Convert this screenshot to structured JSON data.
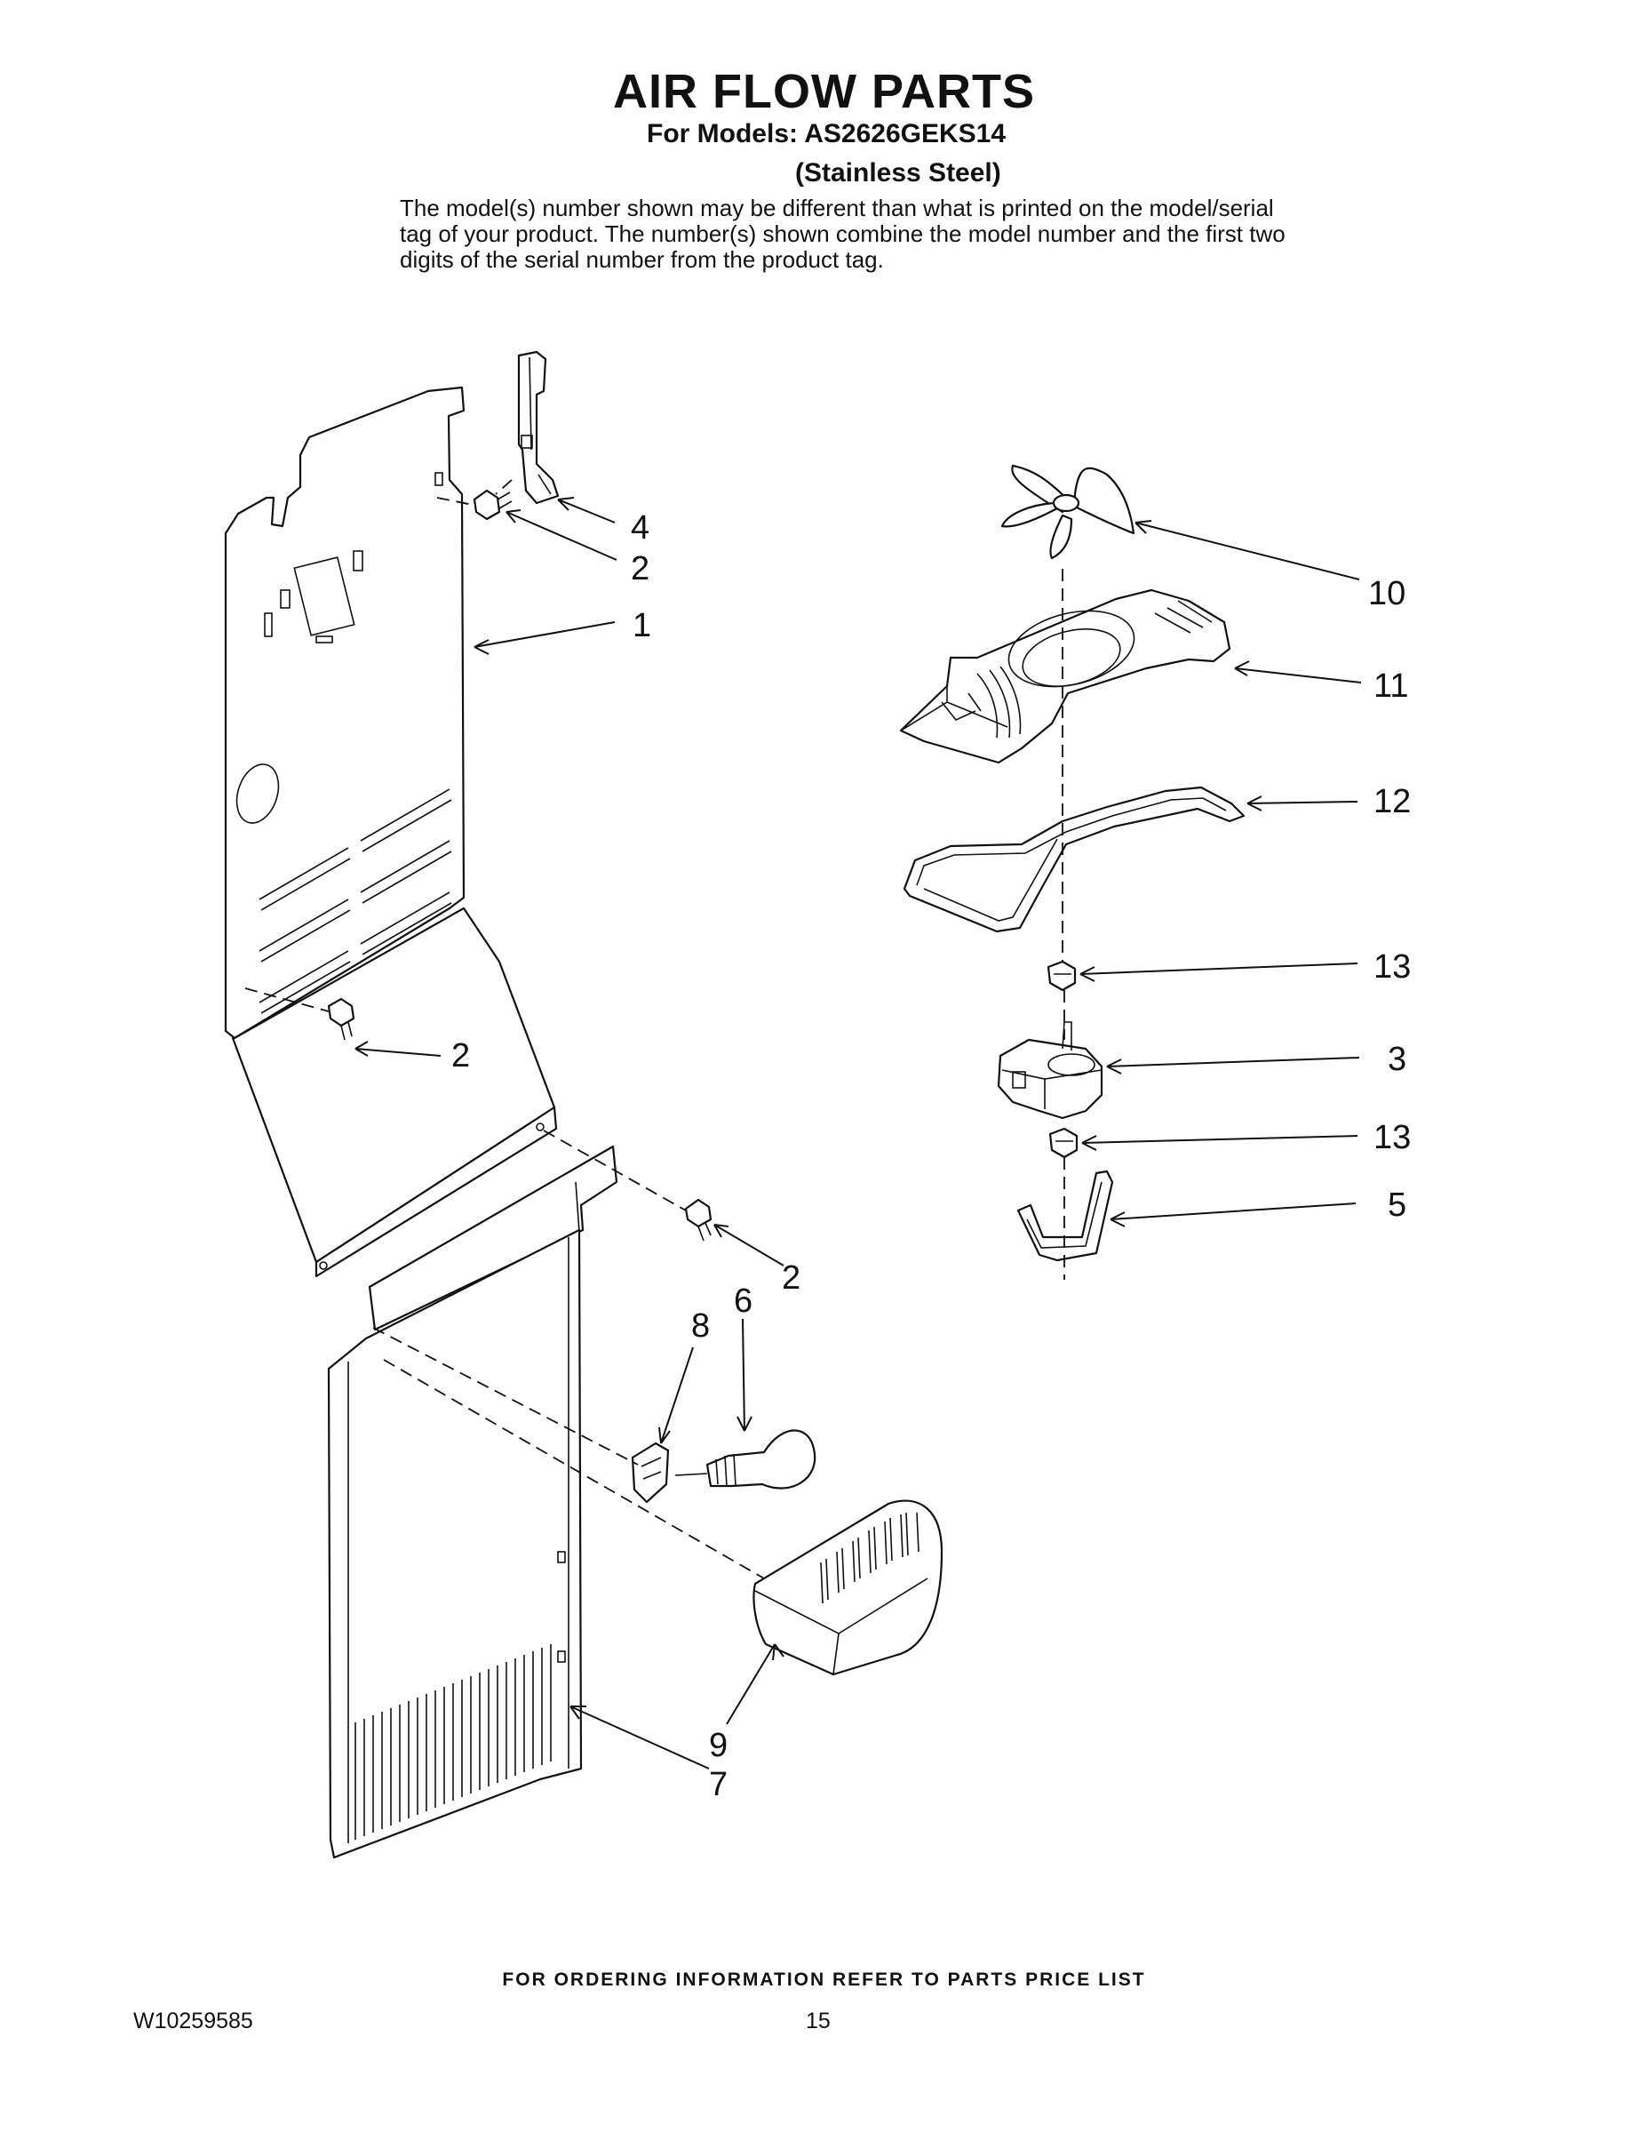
{
  "header": {
    "title": "AIR FLOW PARTS",
    "models_line": "For Models: AS2626GEKS14",
    "variant_line": "(Stainless Steel)",
    "note": "The model(s) number shown may be different than what is printed on the model/serial tag of your product. The number(s) shown combine the model number and the first two digits of the serial number from the product tag."
  },
  "callouts": [
    {
      "id": "c4a",
      "text": "4"
    },
    {
      "id": "c2a",
      "text": "2"
    },
    {
      "id": "c1",
      "text": "1"
    },
    {
      "id": "c2b",
      "text": "2"
    },
    {
      "id": "c2c",
      "text": "2"
    },
    {
      "id": "c8",
      "text": "8"
    },
    {
      "id": "c6",
      "text": "6"
    },
    {
      "id": "c9",
      "text": "9"
    },
    {
      "id": "c7",
      "text": "7"
    },
    {
      "id": "c10",
      "text": "10"
    },
    {
      "id": "c11",
      "text": "11"
    },
    {
      "id": "c12",
      "text": "12"
    },
    {
      "id": "c13a",
      "text": "13"
    },
    {
      "id": "c3",
      "text": "3"
    },
    {
      "id": "c13b",
      "text": "13"
    },
    {
      "id": "c5",
      "text": "5"
    }
  ],
  "footer": {
    "ordering_info": "FOR ORDERING INFORMATION REFER TO PARTS PRICE LIST",
    "document_number": "W10259585",
    "page_number": "15"
  }
}
